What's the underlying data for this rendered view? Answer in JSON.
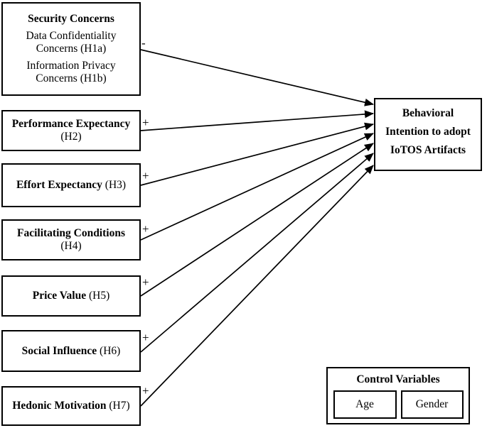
{
  "constructs": [
    {
      "title": "Security Concerns",
      "items": [
        "Data Confidentiality Concerns (H1a)",
        "Information Privacy Concerns (H1b)"
      ]
    },
    {
      "title": "Performance Expectancy",
      "hypothesis": "(H2)"
    },
    {
      "title": "Effort Expectancy",
      "hypothesis": "(H3)"
    },
    {
      "title": "Facilitating Conditions",
      "hypothesis": "(H4)"
    },
    {
      "title": "Price Value",
      "hypothesis": "(H5)"
    },
    {
      "title": "Social Influence",
      "hypothesis": "(H6)"
    },
    {
      "title": "Hedonic Motivation",
      "hypothesis": "(H7)"
    }
  ],
  "outcome": {
    "line1": "Behavioral",
    "line2": "Intention to adopt",
    "line3": "IoTOS Artifacts"
  },
  "relationships": [
    {
      "from": "Security Concerns",
      "to": "Behavioral Intention to adopt IoTOS Artifacts",
      "sign": "-"
    },
    {
      "from": "Performance Expectancy",
      "to": "Behavioral Intention to adopt IoTOS Artifacts",
      "sign": "+"
    },
    {
      "from": "Effort Expectancy",
      "to": "Behavioral Intention to adopt IoTOS Artifacts",
      "sign": "+"
    },
    {
      "from": "Facilitating Conditions",
      "to": "Behavioral Intention to adopt IoTOS Artifacts",
      "sign": "+"
    },
    {
      "from": "Price Value",
      "to": "Behavioral Intention to adopt IoTOS Artifacts",
      "sign": "+"
    },
    {
      "from": "Social Influence",
      "to": "Behavioral Intention to adopt IoTOS Artifacts",
      "sign": "+"
    },
    {
      "from": "Hedonic Motivation",
      "to": "Behavioral Intention to adopt IoTOS Artifacts",
      "sign": "+"
    }
  ],
  "control": {
    "title": "Control Variables",
    "variables": [
      "Age",
      "Gender"
    ]
  },
  "colors": {
    "background": "#ffffff",
    "line": "#000000",
    "text": "#000000"
  }
}
